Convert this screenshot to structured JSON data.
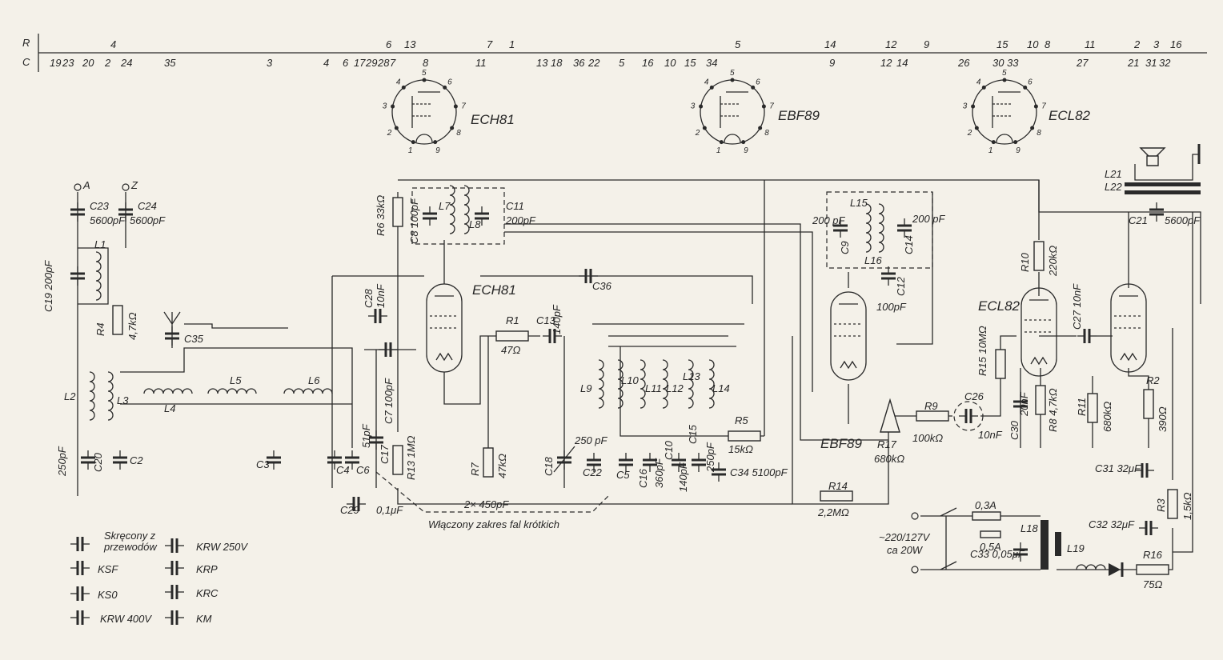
{
  "ruler": {
    "R_label": "R",
    "C_label": "C",
    "R": [
      "4",
      "6",
      "13",
      "7",
      "1",
      "5",
      "14",
      "12",
      "9",
      "15",
      "10",
      "8",
      "11",
      "2",
      "3",
      "16"
    ],
    "C": [
      "19",
      "23",
      "20",
      "2",
      "24",
      "35",
      "3",
      "4",
      "6",
      "17",
      "29",
      "28",
      "7",
      "8",
      "11",
      "13",
      "18",
      "36",
      "22",
      "5",
      "16",
      "10",
      "15",
      "34",
      "9",
      "12",
      "14",
      "26",
      "30",
      "33",
      "27",
      "21",
      "31",
      "32"
    ]
  },
  "tubes": {
    "ech81": "ECH81",
    "ebf89": "EBF89",
    "ecl82": "ECL82"
  },
  "pins": [
    "1",
    "2",
    "3",
    "4",
    "5",
    "6",
    "7",
    "8",
    "9"
  ],
  "terminals": {
    "A": "A",
    "Z": "Z"
  },
  "labels": {
    "C23": "C23",
    "C23v": "5600pF",
    "C24": "C24",
    "C24v": "5600pF",
    "L1": "L1",
    "C19": "C19 200pF",
    "R4": "R4",
    "R4v": "4,7kΩ",
    "C35": "C35",
    "L2": "L2",
    "L3": "L3",
    "L4": "L4",
    "L5": "L5",
    "L6": "L6",
    "C20v": "250pF",
    "C20": "C20",
    "C2": "C2",
    "C3": "C3",
    "C4": "C4",
    "C6": "C6",
    "C17v": "51pF",
    "C17": "C17",
    "C7": "C7 100pF",
    "C28": "C28",
    "C28v": "10nF",
    "R6": "R6 33kΩ",
    "C8": "C8 100pF",
    "L7": "L7",
    "L8": "L8",
    "C11": "C11",
    "C11v": "200pF",
    "C36": "C36",
    "R1": "R1",
    "R1v": "47Ω",
    "C13": "C13",
    "C13v": "140pF",
    "R13": "R13 1MΩ",
    "R7": "R7",
    "R7v": "47kΩ",
    "C18": "C18",
    "L9": "L9",
    "L10": "L10",
    "L11": "L11",
    "L12": "L12",
    "L13": "L13",
    "L14": "L14",
    "C22v": "250 pF",
    "C22": "C22",
    "C5": "C5",
    "C16": "C16",
    "C16v": "360pF",
    "C10": "C10",
    "C10v": "140pF",
    "C15": "C15",
    "C15v": "250pF",
    "R5": "R5",
    "R5v": "15kΩ",
    "C34": "C34 5100pF",
    "C29": "C29",
    "C29v": "0,1μF",
    "gang": "2× 450pF",
    "shortwave": "Włączony zakres fal krótkich",
    "C9": "C9",
    "C9v": "200 pF",
    "C14": "C14",
    "C14v": "200 pF",
    "L15": "L15",
    "L16": "L16",
    "C12": "C12",
    "C12v": "100pF",
    "R14": "R14",
    "R14v": "2,2MΩ",
    "R17": "R17",
    "R17v": "680kΩ",
    "R9": "R9",
    "R9v": "100kΩ",
    "C26": "C26",
    "C26v": "10nF",
    "R15": "R15 10MΩ",
    "C30": "C30",
    "C30v": "20nF",
    "R8": "R8 4,7kΩ",
    "R10": "R10",
    "R10v": "220kΩ",
    "C27": "C27 10nF",
    "R11": "R11",
    "R11v": "680kΩ",
    "R2": "R2",
    "R2v": "390Ω",
    "L21": "L21",
    "L22": "L22",
    "C21": "C21",
    "C21v": "5600pF",
    "C31": "C31 32μF",
    "R3": "R3",
    "R3v": "1,5kΩ",
    "C32": "C32 32μF",
    "R16": "R16",
    "R16v": "75Ω",
    "fuse1": "0,3A",
    "fuse2": "0,5A",
    "L18": "L18",
    "L19": "L19",
    "C33": "C33 0,05μF",
    "mains": "~220/127V",
    "power": "ca 20W"
  },
  "legend": [
    {
      "label": "Skręcony z",
      "label2": "przewodów"
    },
    {
      "label": "KRW 250V"
    },
    {
      "label": "KSF"
    },
    {
      "label": "KRP"
    },
    {
      "label": "KS0"
    },
    {
      "label": "KRC"
    },
    {
      "label": "KRW 400V"
    },
    {
      "label": "KM"
    }
  ]
}
